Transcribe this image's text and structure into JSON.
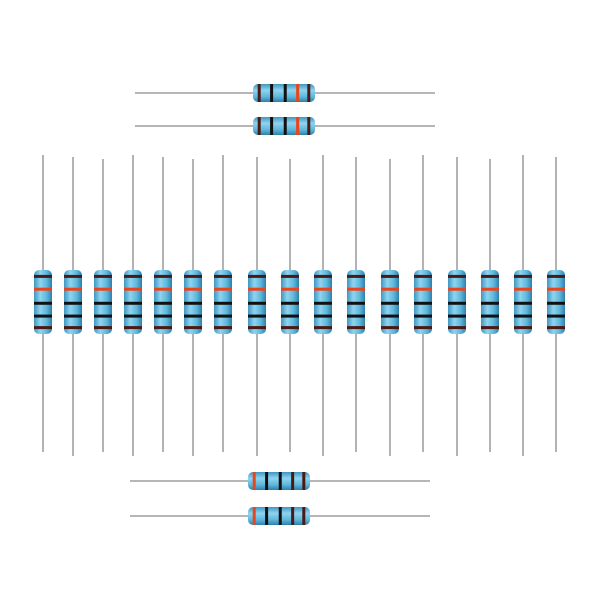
{
  "photo": {
    "subject": "resistors",
    "background_color": "#ffffff",
    "body_color": "#5fb8dc",
    "lead_color": "#8a8a8a",
    "vertical_resistor_count": 17,
    "horizontal_resistor_count": 4,
    "band_colors_vertical": [
      "#4a1a14",
      "#e8451c",
      "#111111",
      "#111111",
      "#4a1a14"
    ],
    "band_colors_horizontal_top": [
      "#4a1a14",
      "#111111",
      "#111111",
      "#e8451c",
      "#4a1a14"
    ],
    "band_colors_horizontal_bottom": [
      "#e8451c",
      "#111111",
      "#111111",
      "#4a1a14",
      "#4a1a14"
    ]
  }
}
